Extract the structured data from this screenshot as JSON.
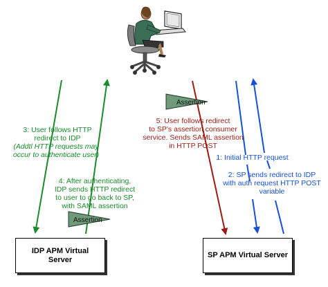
{
  "servers": {
    "idp": [
      "IDP APM Virtual",
      "Server"
    ],
    "sp": [
      "SP APM Virtual Server"
    ]
  },
  "flags": {
    "sp_assertion": "Assertion",
    "idp_assertion": "Assertion"
  },
  "steps": {
    "step1": [
      "1: Initial HTTP request"
    ],
    "step2": [
      "2: SP sends redirect to IDP",
      "with auth request HTTP POST",
      "variable"
    ],
    "step3": [
      "3: User follows HTTP",
      "redirect to IDP"
    ],
    "step3_note": [
      "(Addtl HTTP requests may",
      "occur to authenticate user)"
    ],
    "step4": [
      "4: After authenticating,",
      "IDP sends HTTP redirect",
      "to user to go back to SP,",
      "with SAML assertion"
    ],
    "step5": [
      "5: User follows redirect",
      "to SP's assertion consumer",
      "service. Sends SAML assertion",
      "in HTTP POST"
    ]
  },
  "colors": {
    "step_green": "#1a8a2a",
    "step_red": "#9b1b14",
    "step_blue": "#1550d6",
    "flag_fill": "#6f9b7a"
  },
  "icons": {
    "user": "person-at-computer-icon"
  }
}
